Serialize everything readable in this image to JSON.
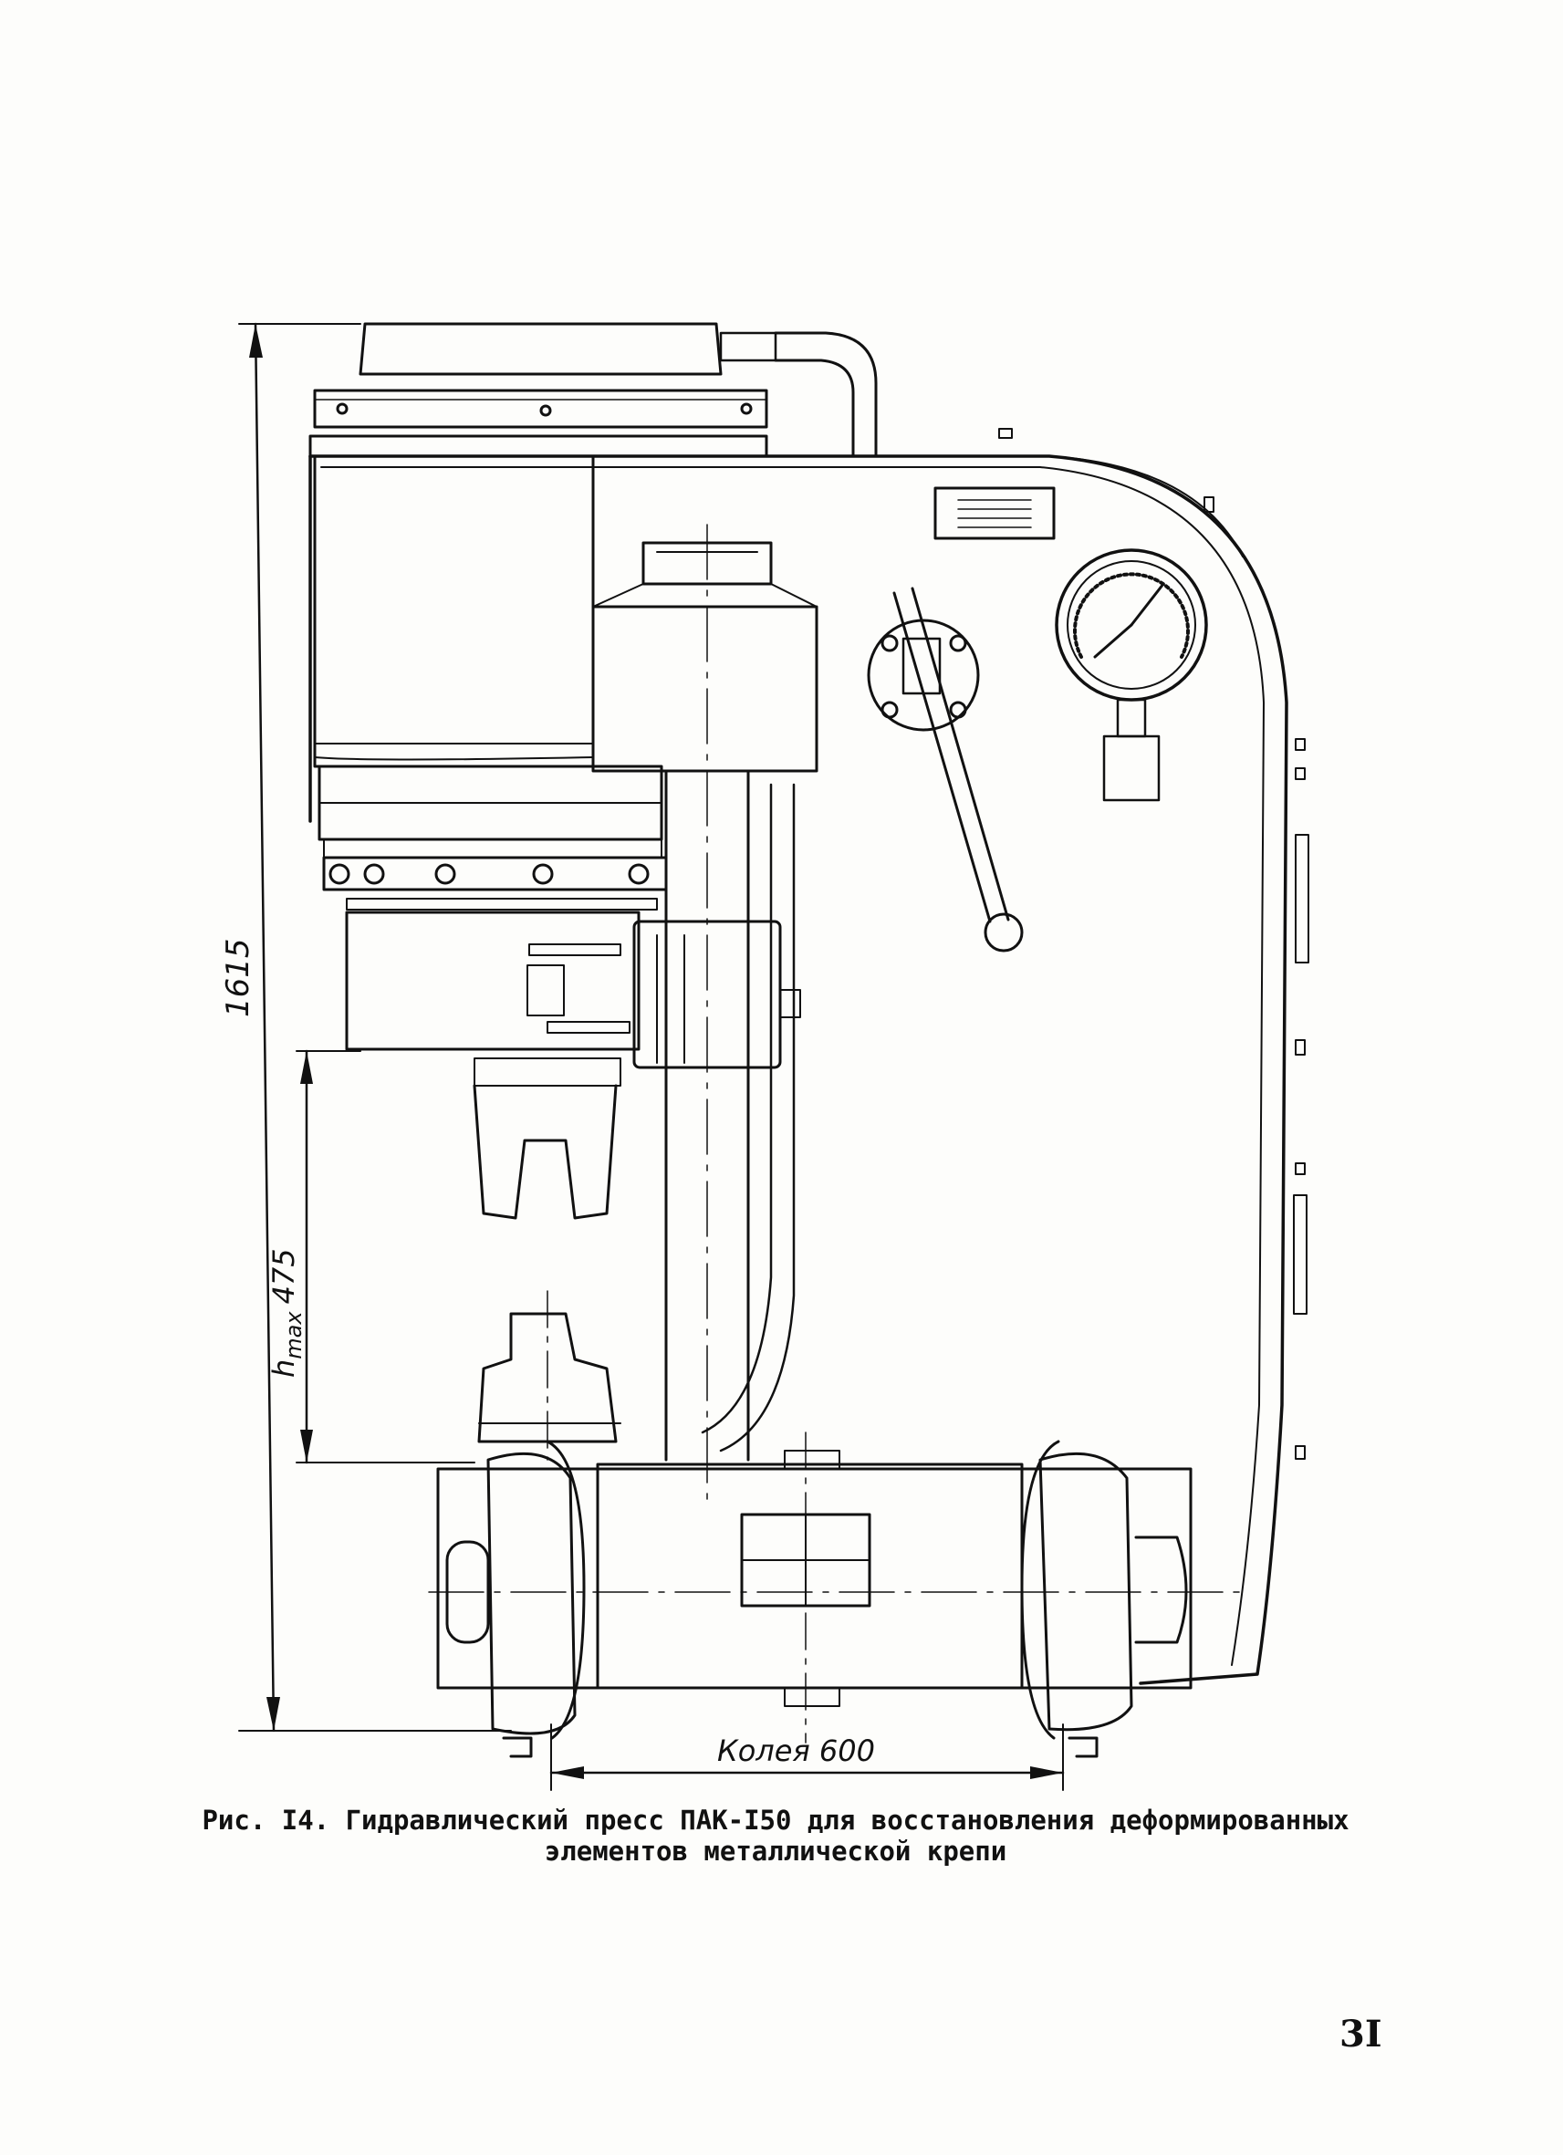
{
  "figure": {
    "dimensions": {
      "overall_height": "1615",
      "stroke_height_prefix": "h",
      "stroke_height_subscript": "max",
      "stroke_height_value": "475",
      "track_gauge": "Колея 600"
    },
    "caption_line_1": "Рис. I4. Гидравлический пресс ПАК-I50 для восстановления деформированных",
    "caption_line_2": "элементов металлической крепи"
  },
  "page_number": "3I"
}
